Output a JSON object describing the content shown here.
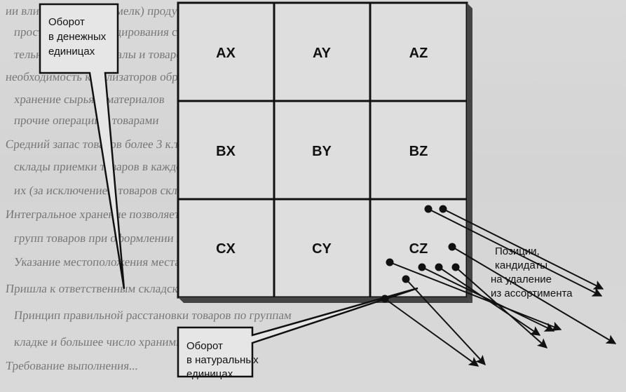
{
  "grid": {
    "cells": [
      [
        "AX",
        "AY",
        "AZ"
      ],
      [
        "BX",
        "BY",
        "BZ"
      ],
      [
        "CX",
        "CY",
        "CZ"
      ]
    ]
  },
  "callouts": {
    "money": [
      "Оборот",
      "в денежных",
      "единицах"
    ],
    "natural": [
      "Оборот",
      "в натуральных",
      "единицах"
    ],
    "candidates": [
      "Позиции,",
      "кандидаты",
      "на удаление",
      "из ассортимента"
    ]
  },
  "background_text": [
    "ии влиподных (более мелк) продукции, которые",
    "простую систему кодирования складских мест",
    "тельно обратная каналы и товарообмен",
    "необходимость катализаторов обработки материальных",
    "хранение сырья и материалов",
    "прочие операции с товарами",
    "Средний запас товаров более 3 к.т. И получение без",
    "склады приемки товаров в каждой ячейке хранения",
    "их (за исключением товаров склада).",
    "Интегральное хранение позволяет использовать",
    "групп товаров при оформлении заказа",
    "Указание местоположения места хранения к каждому",
    "Пришла к ответственным складским",
    "Принцип правильной расстановки товаров по группам",
    "кладке и большее число хранимых товаров",
    "Требование выполнения..."
  ]
}
